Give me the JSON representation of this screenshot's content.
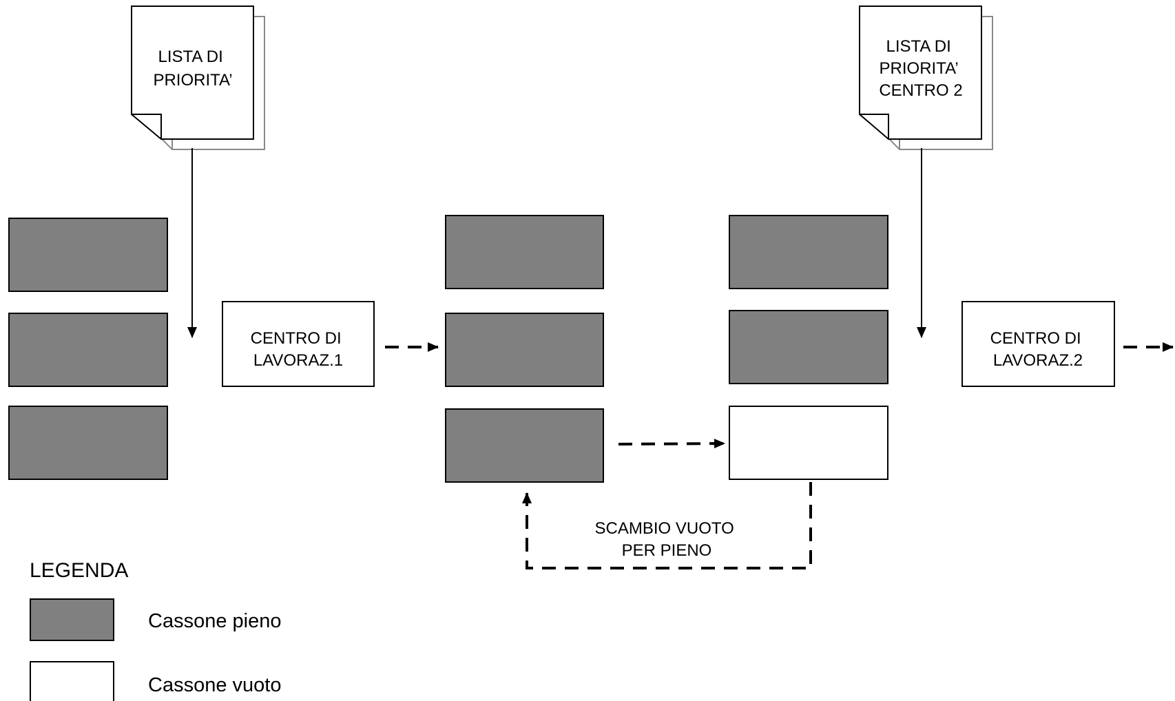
{
  "doc1": {
    "line1": "LISTA DI",
    "line2": "PRIORITA’"
  },
  "doc2": {
    "line1": "LISTA DI",
    "line2": "PRIORITA’",
    "line3": "CENTRO 2"
  },
  "centro1": {
    "line1": "CENTRO DI",
    "line2": "LAVORAZ.1"
  },
  "centro2": {
    "line1": "CENTRO DI",
    "line2": "LAVORAZ.2"
  },
  "swap": {
    "line1": "SCAMBIO VUOTO",
    "line2": "PER PIENO"
  },
  "legend": {
    "title": "LEGENDA",
    "full_label": "Cassone pieno",
    "empty_label": "Cassone vuoto"
  },
  "colors": {
    "full_bin": "#808080",
    "empty_bin": "#ffffff",
    "stroke": "#000000"
  }
}
